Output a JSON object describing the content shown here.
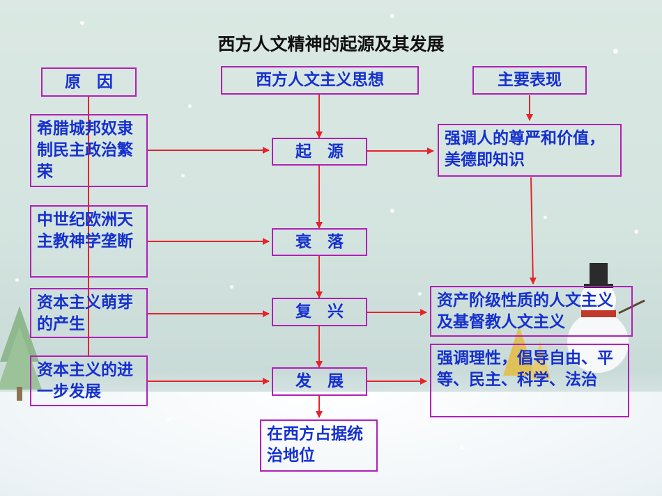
{
  "title": "西方人文精神的起源及其发展",
  "headers": {
    "causes": "原　因",
    "thought": "西方人文主义思想",
    "expression": "主要表现"
  },
  "causes": [
    "希腊城邦奴隶制民主政治繁荣",
    "中世纪欧洲天主教神学垄断",
    "资本主义萌芽的产生",
    "资本主义的进一步发展"
  ],
  "stages": [
    "起　源",
    "衰　落",
    "复　兴",
    "发　展"
  ],
  "result": "在西方占据统治地位",
  "expressions": [
    "强调人的尊严和价值，美德即知识",
    "资产阶级性质的人文主义及基督教人文主义",
    "强调理性，倡导自由、平等、民主、科学、法治"
  ],
  "colors": {
    "arrow": "#e8222a",
    "box_border": "#b020b8",
    "text": "#1530d0",
    "title": "#111111"
  }
}
